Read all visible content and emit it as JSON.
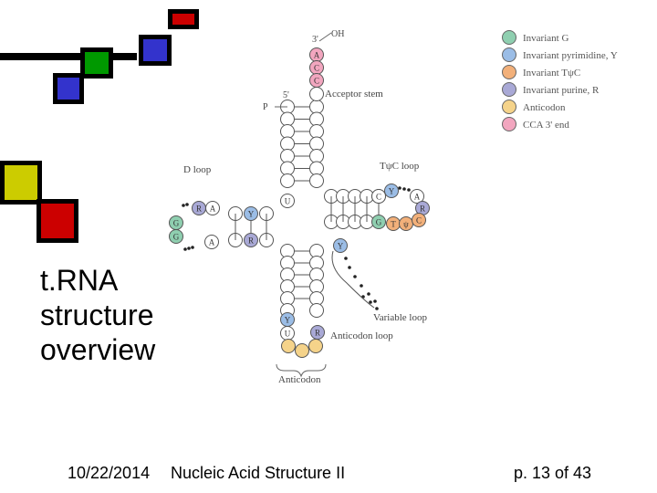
{
  "slide": {
    "title": "t.RNA\nstructure\noverview",
    "date": "10/22/2014",
    "footer_title": "Nucleic Acid Structure II",
    "page": "p. 13 of 43"
  },
  "diagram": {
    "labels": {
      "three_prime": "3'",
      "oh": "OH",
      "five_prime": "5'",
      "p": "P",
      "acceptor_stem": "Acceptor stem",
      "d_loop": "D loop",
      "tpsic_loop": "TψC loop",
      "variable_loop": "Variable loop",
      "anticodon_loop": "Anticodon loop",
      "anticodon": "Anticodon"
    },
    "nucleotides": {
      "cca": [
        "A",
        "C",
        "C"
      ],
      "d_arm": [
        "R",
        "A",
        "Y",
        "G",
        "G",
        "A",
        "R"
      ],
      "junction": [
        "U"
      ],
      "t_arm": [
        "C",
        "Y",
        "A",
        "R",
        "G",
        "T",
        "ψ",
        "C"
      ],
      "variable": [
        "Y"
      ],
      "anticodon": [
        "Y",
        "U",
        "R"
      ]
    },
    "legend": [
      {
        "label": "Invariant G",
        "color": "#8fcfb0"
      },
      {
        "label": "Invariant pyrimidine, Y",
        "color": "#9bbde6"
      },
      {
        "label": "Invariant TψC",
        "color": "#f2b07a"
      },
      {
        "label": "Invariant purine, R",
        "color": "#a9a9d6"
      },
      {
        "label": "Anticodon",
        "color": "#f5d38a"
      },
      {
        "label": "CCA 3' end",
        "color": "#f2a6bf"
      }
    ]
  }
}
